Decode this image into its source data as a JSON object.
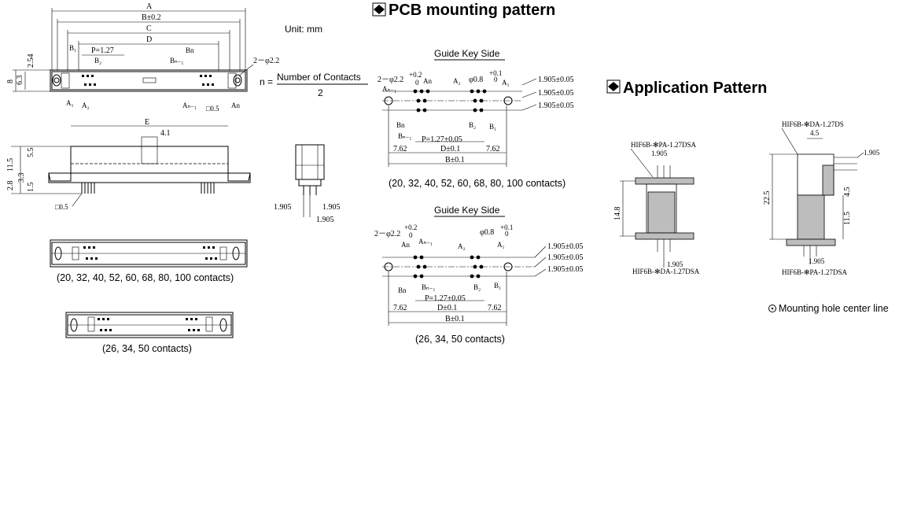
{
  "unit_note": "Unit: mm",
  "formula": {
    "lhs": "n =",
    "numerator": "Number of Contacts",
    "denominator": "2"
  },
  "headings": {
    "pcb": "PCB mounting pattern",
    "application": "Application Pattern"
  },
  "guide_key_side": "Guide Key Side",
  "captions": {
    "left_top": "(20, 32, 40, 52, 60, 68, 80, 100 contacts)",
    "left_bottom": "(26, 34, 50 contacts)",
    "pcb_top": "(20, 32, 40, 52, 60, 68, 80, 100 contacts)",
    "pcb_bottom": "(26, 34, 50 contacts)"
  },
  "mounting_note": "Mounting hole center line",
  "dims": {
    "A": "A",
    "B": "B±0.2",
    "C": "C",
    "D": "D",
    "E": "E",
    "P": "P=1.27",
    "hole": "2－φ2.2",
    "h254": "2.54",
    "h8": "8",
    "h63": "6.3",
    "sq05": "□0.5",
    "w41": "4.1",
    "h55": "5.5",
    "h115": "11.5",
    "h33": "3.3",
    "h28": "2.8",
    "h15": "1.5",
    "p1905": "1.905",
    "B1": "B₁",
    "B2": "B₂",
    "Bn": "Bn",
    "Bn1": "Bₙ₋₁",
    "A1": "A₁",
    "A2": "A₂",
    "An1": "Aₙ₋₁",
    "An": "An"
  },
  "pcb": {
    "hole_dim": "2－φ2.2",
    "hole_tol": "+0.2",
    "hole_tol0": "0",
    "pin_dim": "φ0.8",
    "pin_tol": "+0.1",
    "pin_tol0": "0",
    "row": "1.905±0.05",
    "pitch": "P=1.27±0.05",
    "d": "D±0.1",
    "b": "B±0.1",
    "e762": "7.62"
  },
  "app": {
    "pa1": "HIF6B-✻PA-1.27DSA",
    "da1": "HIF6B-✻DA-1.27DSA",
    "ds2": "HIF6B-✻DA-1.27DS",
    "pa2": "HIF6B-✻PA-1.27DSA",
    "d1905": "1.905",
    "d148": "14.8",
    "d45": "4.5",
    "d225": "22.5",
    "d115": "11.5"
  }
}
